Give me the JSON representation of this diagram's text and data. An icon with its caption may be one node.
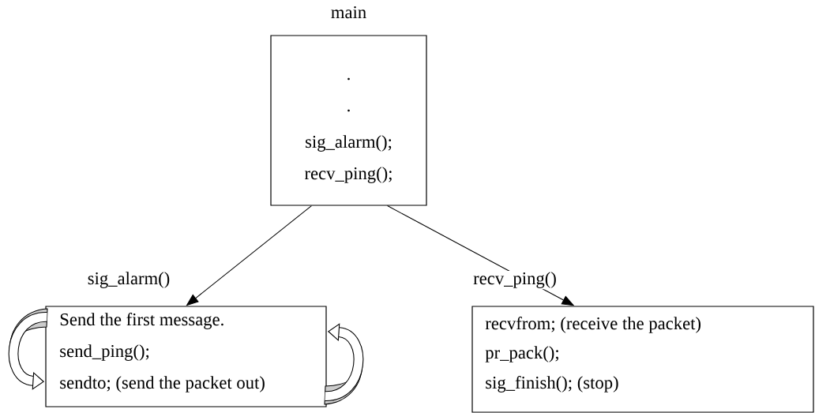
{
  "diagram": {
    "nodes": [
      {
        "text": [
          "main",
          ".",
          ".",
          "sig_alarm();",
          "recv_ping();"
        ]
      },
      {
        "text": [
          "Send the first message.",
          "send_ping();",
          "sendto; (send the packet out)"
        ]
      },
      {
        "text": [
          "recvfrom; (receive the packet)",
          "pr_pack();",
          "sig_finish(); (stop)"
        ]
      }
    ],
    "edges": [
      {
        "from": 0,
        "to": 1,
        "arrow": "to",
        "label": "sig_alarm()"
      },
      {
        "from": 0,
        "to": 2,
        "arrow": "to",
        "label": "recv_ping()"
      }
    ]
  }
}
